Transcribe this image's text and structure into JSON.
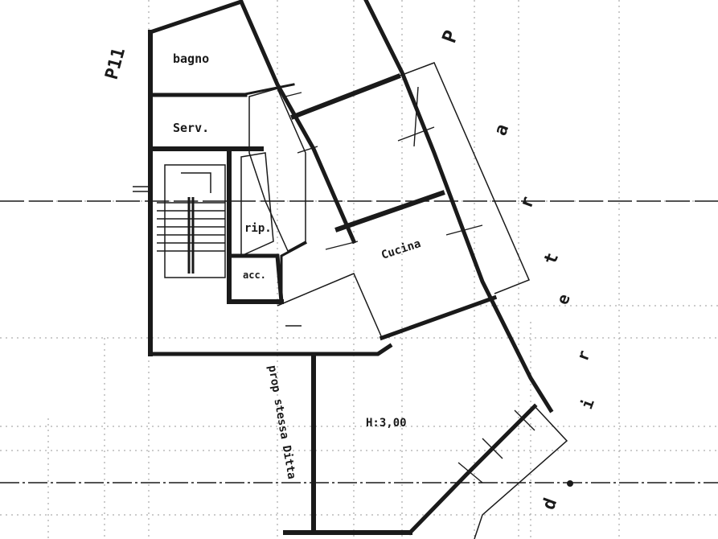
{
  "rooms": {
    "bagno": "bagno",
    "serv": "Serv.",
    "rip": "rip.",
    "acc": "acc.",
    "cucina": "Cucina"
  },
  "height_label": "H:3,00",
  "extension_note": "prop stessa Ditta",
  "margin_letters": {
    "top_left": "P11",
    "right_1": "P",
    "right_2": "a",
    "right_3": "r",
    "right_4": "t",
    "right_5": "e",
    "right_6": "r",
    "right_7": "i",
    "right_8": "d"
  },
  "colors": {
    "ink": "#1a1a1a",
    "grid": "#9a9a9a",
    "paper": "#ffffff"
  }
}
